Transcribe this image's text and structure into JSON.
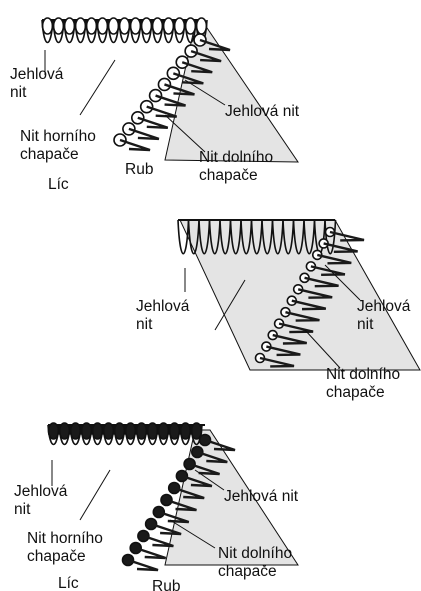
{
  "figures": [
    {
      "labels": {
        "needle_left": "Jehlová\nnit",
        "upper_looper": "Nit horního\nchapače",
        "face": "Líc",
        "back": "Rub",
        "needle_right": "Jehlová nit",
        "lower_looper": "Nit dolního\nchapače"
      }
    },
    {
      "labels": {
        "needle_left": "Jehlová\nnit",
        "needle_right": "Jehlová\nnit",
        "lower_looper": "Nit dolního\nchapače"
      }
    },
    {
      "labels": {
        "needle_left": "Jehlová\nnit",
        "upper_looper": "Nit horního\nchapače",
        "face": "Líc",
        "back": "Rub",
        "needle_right": "Jehlová nit",
        "lower_looper": "Nit dolního\nchapače"
      }
    }
  ],
  "colors": {
    "fabric": "#e4e4e4",
    "ink": "#111111",
    "thread_light": "#ffffff",
    "thread_dark": "#1a1a1a"
  }
}
